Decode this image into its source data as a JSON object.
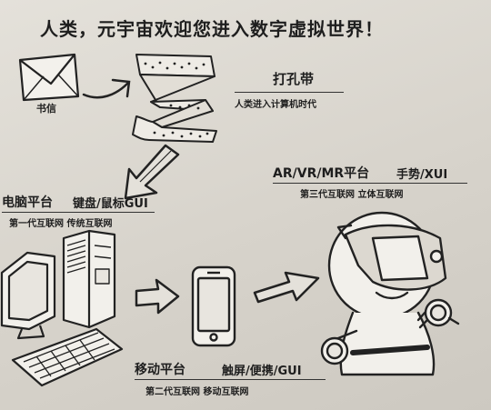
{
  "title": "人类，元宇宙欢迎您进入数字虚拟世界！",
  "letter": {
    "label": "书信"
  },
  "punch_tape": {
    "title": "打孔带",
    "subtitle": "人类进入计算机时代"
  },
  "pc": {
    "title": "电脑平台",
    "feature": "键盘/鼠标GUI",
    "subtitle": "第一代互联网 传统互联网"
  },
  "mobile": {
    "title": "移动平台",
    "feature": "触屏/便携/GUI",
    "subtitle": "第二代互联网 移动互联网"
  },
  "xr": {
    "title": "AR/VR/MR平台",
    "feature": "手势/XUI",
    "subtitle": "第三代互联网 立体互联网"
  }
}
